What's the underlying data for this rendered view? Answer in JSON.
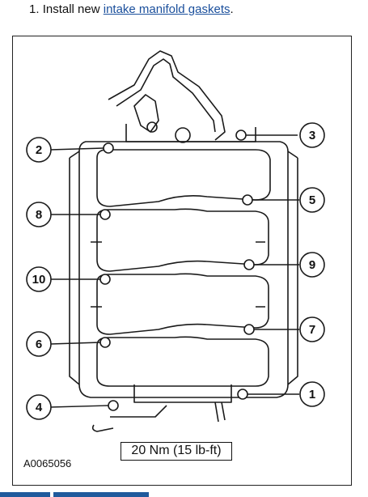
{
  "step": {
    "number": "1.",
    "prefix": "Install new",
    "link": "intake manifold gaskets",
    "suffix": "."
  },
  "figure": {
    "torque_spec": "20 Nm (15 lb-ft)",
    "figure_id": "A0065056",
    "bolt_callouts": [
      "1",
      "2",
      "3",
      "4",
      "5",
      "6",
      "7",
      "8",
      "9",
      "10"
    ]
  },
  "colors": {
    "link": "#1a4f9c",
    "tab": "#1f5a9c"
  }
}
